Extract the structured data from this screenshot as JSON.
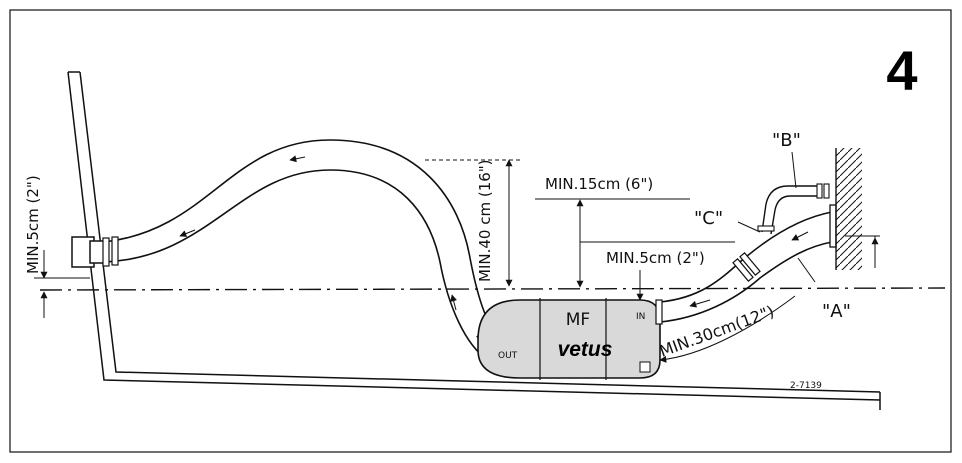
{
  "figure": {
    "number": "4",
    "code": "2-7139"
  },
  "muffler": {
    "label": "MF",
    "brand": "vetus",
    "port_in": "IN",
    "port_out": "OUT"
  },
  "dimensions": {
    "min_5cm_hull": "MIN.5cm (2\")",
    "min_40cm": "MIN.40 cm (16\")",
    "min_15cm": "MIN.15cm (6\")",
    "min_5cm_inlet": "MIN.5cm (2\")",
    "min_30cm": "MIN.30cm(12\")"
  },
  "callouts": {
    "a": "\"A\"",
    "b": "\"B\"",
    "c": "\"C\""
  },
  "colors": {
    "line": "#111111",
    "muffler_fill": "#d9d9d9",
    "background": "#ffffff"
  }
}
